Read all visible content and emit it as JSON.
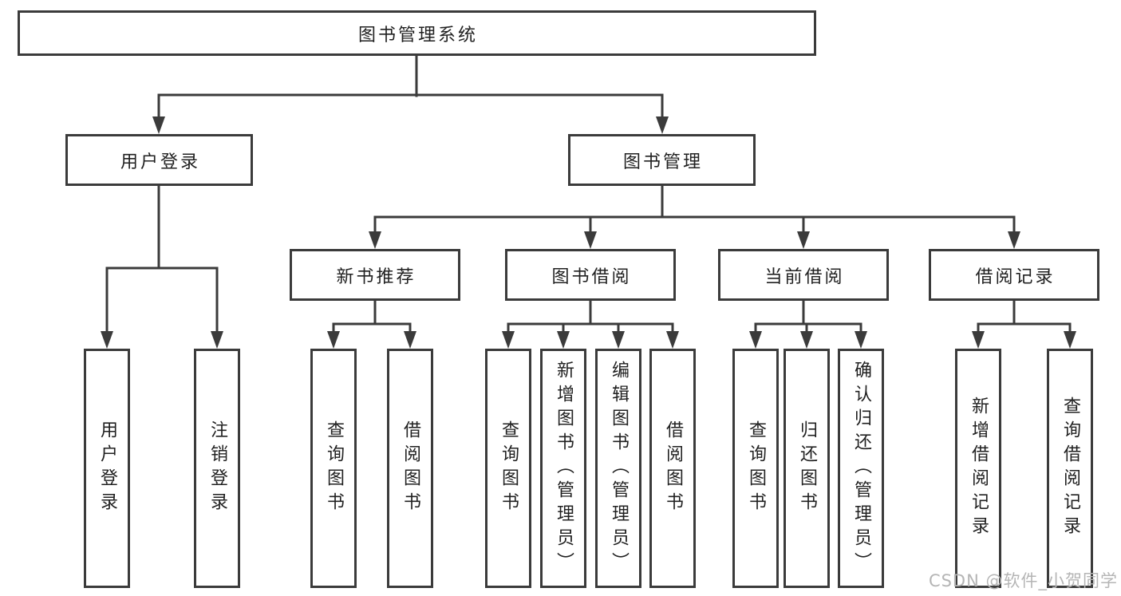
{
  "diagram": {
    "type": "hierarchy-functional-structure",
    "tree": {
      "label": "图书管理系统",
      "children": [
        {
          "label": "用户登录",
          "children": [
            {
              "label": "用户登录"
            },
            {
              "label": "注销登录"
            }
          ]
        },
        {
          "label": "图书管理",
          "children": [
            {
              "label": "新书推荐",
              "children": [
                {
                  "label": "查询图书"
                },
                {
                  "label": "借阅图书"
                }
              ]
            },
            {
              "label": "图书借阅",
              "children": [
                {
                  "label": "查询图书"
                },
                {
                  "label": "新增图书（管理员）"
                },
                {
                  "label": "编辑图书（管理员）"
                },
                {
                  "label": "借阅图书"
                }
              ]
            },
            {
              "label": "当前借阅",
              "children": [
                {
                  "label": "查询图书"
                },
                {
                  "label": "归还图书"
                },
                {
                  "label": "确认归还（管理员）"
                }
              ]
            },
            {
              "label": "借阅记录",
              "children": [
                {
                  "label": "新增借阅记录"
                },
                {
                  "label": "查询借阅记录"
                }
              ]
            }
          ]
        }
      ]
    },
    "watermark": "CSDN @软件_小贺同学",
    "colors": {
      "line": "#3b3b3b",
      "box_border": "#3b3b3b",
      "text": "#212121",
      "watermark": "#b5b5b5",
      "background": "#ffffff"
    }
  }
}
